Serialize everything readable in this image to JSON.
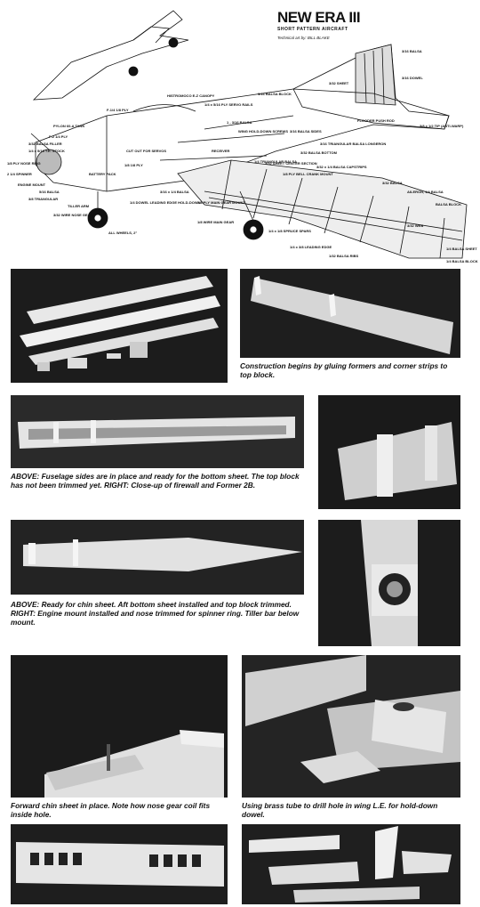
{
  "header": {
    "title": "NEW ERA III",
    "subtitle": "SHORT PATTERN AIRCRAFT",
    "credit": "Technical art by: BILL BLAKE"
  },
  "drawing_labels": {
    "top": [
      "HISTROMOCO E-Z CANOPY",
      "1/4 x 5/16 PLY SERVO RAILS",
      "3/16 BALSA BLOCK",
      "3/32 SHEET",
      "3/16 BALSA",
      "3/16 DOWEL",
      "1 - 3/16 BALSA"
    ],
    "left": [
      "F-1/4 1/8 PLY",
      "PYLON 60-A TANK",
      "F-2 1/4 PLY",
      "3/32 BALSA FILLER",
      "1/4 x 5/16 T.E. STOCK",
      "1/8 PLY NOSE RING",
      "2 1/4 SPINNER",
      "ENGINE MOUNT",
      "5/16 BALSA",
      "3/8 TRIANGULAR",
      "TILLER ARM",
      "3/32 WIRE NOSE GEAR",
      "ALL WHEELS, 2\""
    ],
    "middle": [
      "WING HOLD-DOWN SCREWS",
      "RECEIVER",
      "CUT OUT FOR SERVOS",
      "1/8 1/8 PLY",
      "BATTERY PACK",
      "3/16 BALSA SIDES",
      "3/16 TRIANGULAR BALSA LONGERON",
      "3/32 BALSA BOTTOM",
      "1/4 TRIANGULAR BALSA",
      "FLOODER PUSH ROD",
      "1/4 DOWEL LEADING EDGE HOLD-DOWN",
      "3/16 x 1/4 BALSA",
      "1/8 PLY MAIN GEAR MOUNT",
      "1/8 WIRE MAIN GEAR",
      "3/32 SHEET CENTER SECTION",
      "1/8 PLY BELL CRANK MOUNT",
      "3/32 x 1/4 BALSA CAPSTRIPS",
      "1/4 x 1/8 SPRUCE SPARS",
      "1/4 x 3/8 LEADING EDGE",
      "1/32 BALSA RIBS"
    ],
    "right": [
      "3/8 x 1/2 TIP (ANTI-WARP)",
      "3/32 BALSA",
      "AILERON, 1/4 BALSA",
      "BALSA BLOCK",
      "3/32 WEB",
      "1/4 BALSA SHEET",
      "1/4 BALSA BLOCK"
    ]
  },
  "photos": {
    "p1": "fuselage-parts-photo",
    "p2": "construction-photo",
    "p3": "fuselage-sides-photo",
    "p4": "firewall-closeup-photo",
    "p5": "chin-sheet-photo",
    "p6": "engine-mount-photo",
    "p7": "nose-gear-photo",
    "p8": "wing-hold-down-photo",
    "p9": "wing-ribs-photo",
    "p10": "tail-parts-photo"
  },
  "captions": {
    "c1": "Construction begins by gluing formers and corner strips to top block.",
    "c2": "ABOVE: Fuselage sides are in place and ready for the bottom sheet. The top block has not been trimmed yet. RIGHT: Close-up of firewall and Former 2B.",
    "c3": "ABOVE: Ready for chin sheet. Aft bottom sheet installed and top block trimmed. RIGHT: Engine mount installed and nose trimmed for spinner ring. Tiller bar below mount.",
    "c4": "Forward chin sheet in place. Note how nose gear coil fits inside hole.",
    "c5": "Using brass tube to drill hole in wing L.E. for hold-down dowel."
  }
}
